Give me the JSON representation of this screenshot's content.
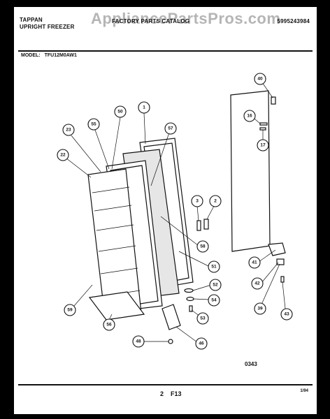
{
  "header": {
    "brand": "TAPPAN",
    "product": "UPRIGHT FREEZER",
    "catalog": "FACTORY PARTS CATALOG",
    "part_number": "5995243984",
    "watermark": "AppliancePartsPros.com"
  },
  "model": {
    "label": "MODEL:",
    "value": "TFU12M0AW1"
  },
  "figure_id": "0343",
  "footer": {
    "page": "2",
    "figure": "F13",
    "date": "1/94"
  },
  "callouts": [
    "40",
    "16",
    "17",
    "50",
    "1",
    "55",
    "57",
    "23",
    "22",
    "3",
    "2",
    "58",
    "41",
    "51",
    "42",
    "52",
    "54",
    "53",
    "39",
    "43",
    "59",
    "56",
    "48",
    "46"
  ]
}
